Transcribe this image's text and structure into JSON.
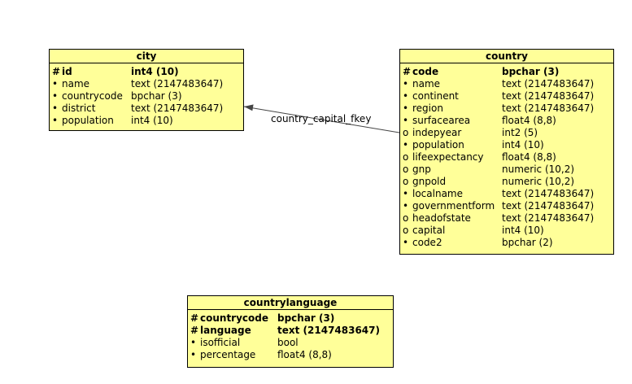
{
  "tables": {
    "city": {
      "title": "city",
      "columns": [
        {
          "marker": "#",
          "name": "id",
          "type": "int4 (10)",
          "key": "pk"
        },
        {
          "marker": "•",
          "name": "name",
          "type": "text (2147483647)",
          "key": "required"
        },
        {
          "marker": "•",
          "name": "countrycode",
          "type": "bpchar (3)",
          "key": "required"
        },
        {
          "marker": "•",
          "name": "district",
          "type": "text (2147483647)",
          "key": "required"
        },
        {
          "marker": "•",
          "name": "population",
          "type": "int4 (10)",
          "key": "required"
        }
      ]
    },
    "country": {
      "title": "country",
      "columns": [
        {
          "marker": "#",
          "name": "code",
          "type": "bpchar (3)",
          "key": "pk"
        },
        {
          "marker": "•",
          "name": "name",
          "type": "text (2147483647)",
          "key": "required"
        },
        {
          "marker": "•",
          "name": "continent",
          "type": "text (2147483647)",
          "key": "required"
        },
        {
          "marker": "•",
          "name": "region",
          "type": "text (2147483647)",
          "key": "required"
        },
        {
          "marker": "•",
          "name": "surfacearea",
          "type": "float4 (8,8)",
          "key": "required"
        },
        {
          "marker": "o",
          "name": "indepyear",
          "type": "int2 (5)",
          "key": "optional"
        },
        {
          "marker": "•",
          "name": "population",
          "type": "int4 (10)",
          "key": "required"
        },
        {
          "marker": "o",
          "name": "lifeexpectancy",
          "type": "float4 (8,8)",
          "key": "optional"
        },
        {
          "marker": "o",
          "name": "gnp",
          "type": "numeric (10,2)",
          "key": "optional"
        },
        {
          "marker": "o",
          "name": "gnpold",
          "type": "numeric (10,2)",
          "key": "optional"
        },
        {
          "marker": "•",
          "name": "localname",
          "type": "text (2147483647)",
          "key": "required"
        },
        {
          "marker": "•",
          "name": "governmentform",
          "type": "text (2147483647)",
          "key": "required"
        },
        {
          "marker": "o",
          "name": "headofstate",
          "type": "text (2147483647)",
          "key": "optional"
        },
        {
          "marker": "o",
          "name": "capital",
          "type": "int4 (10)",
          "key": "optional"
        },
        {
          "marker": "•",
          "name": "code2",
          "type": "bpchar (2)",
          "key": "required"
        }
      ]
    },
    "countrylanguage": {
      "title": "countrylanguage",
      "columns": [
        {
          "marker": "#",
          "name": "countrycode",
          "type": "bpchar (3)",
          "key": "pk"
        },
        {
          "marker": "#",
          "name": "language",
          "type": "text (2147483647)",
          "key": "pk"
        },
        {
          "marker": "•",
          "name": "isofficial",
          "type": "bool",
          "key": "required"
        },
        {
          "marker": "•",
          "name": "percentage",
          "type": "float4 (8,8)",
          "key": "required"
        }
      ]
    }
  },
  "relationships": [
    {
      "label": "country_capital_fkey",
      "from": "country",
      "to": "city"
    }
  ],
  "colors": {
    "table_fill": "#ffff99",
    "border": "#000000",
    "connector": "#444444"
  }
}
